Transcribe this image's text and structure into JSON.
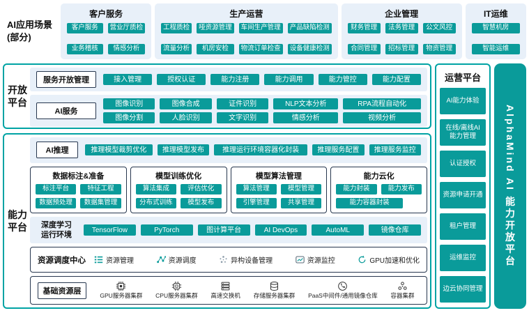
{
  "colors": {
    "accent_teal": "#0a9b9a",
    "panel_blue": "#e8f0f9",
    "box_border_teal": "#00a3a4",
    "dark_border": "#26364e"
  },
  "scenarios": {
    "label_line1": "AI应用场景",
    "label_line2": "(部分)",
    "groups": [
      {
        "title": "客户服务",
        "items": [
          "客户服务",
          "营业厅质检",
          "业务稽核",
          "情感分析"
        ]
      },
      {
        "title": "生产运营",
        "items": [
          "工程质检",
          "哑资源管理",
          "车间生产管理",
          "产品缺陷检测",
          "流量分析",
          "机房安检",
          "物流订单检查",
          "设备健康检测"
        ]
      },
      {
        "title": "企业管理",
        "items": [
          "财务管理",
          "法务管理",
          "公文风控",
          "合同管理",
          "招标管理",
          "物资管理"
        ]
      },
      {
        "title": "IT运维",
        "items": [
          "智慧机房",
          "智能运维"
        ]
      }
    ]
  },
  "open_platform": {
    "label_line1": "开放",
    "label_line2": "平台",
    "service_mgmt": {
      "title": "服务开放管理",
      "items": [
        "接入管理",
        "授权认证",
        "能力注册",
        "能力调用",
        "能力管控",
        "能力配置"
      ]
    },
    "ai_services": {
      "title": "AI服务",
      "items": [
        "图像识别",
        "图像合成",
        "证件识别",
        "NLP文本分析",
        "RPA流程自动化",
        "图像分割",
        "人脸识别",
        "文字识别",
        "情感分析",
        "视频分析"
      ]
    }
  },
  "capability_platform": {
    "label_line1": "能力",
    "label_line2": "平台",
    "ai_inference": {
      "title": "AI推理",
      "items": [
        "推理模型裁剪优化",
        "推理模型发布",
        "推理运行环境容器化封装",
        "推理服务配置",
        "推理服务监控"
      ]
    },
    "groups": [
      {
        "title": "数据标注&准备",
        "items": [
          "标注平台",
          "特征工程",
          "数据预处理",
          "数据集管理"
        ]
      },
      {
        "title": "模型训练优化",
        "items": [
          "算法集成",
          "评估优化",
          "分布式训练",
          "模型发布"
        ]
      },
      {
        "title": "模型算法管理",
        "items": [
          "算法管理",
          "模型管理",
          "引擎管理",
          "共享管理"
        ]
      },
      {
        "title": "能力云化",
        "items": [
          "能力封装",
          "能力发布",
          "能力容器封装"
        ]
      }
    ],
    "dl_runtime": {
      "title_line1": "深度学习",
      "title_line2": "运行环境",
      "items": [
        "TensorFlow",
        "PyTorch",
        "图计算平台",
        "AI DevOps",
        "AutoML",
        "镜像仓库"
      ]
    },
    "resource_center": {
      "title": "资源调度中心",
      "items": [
        {
          "label": "资源管理",
          "icon": "list-icon"
        },
        {
          "label": "资源调度",
          "icon": "network-icon"
        },
        {
          "label": "异构设备管理",
          "icon": "device-cluster-icon"
        },
        {
          "label": "资源监控",
          "icon": "monitor-chart-icon"
        },
        {
          "label": "GPU加速和优化",
          "icon": "gpu-accelerate-icon"
        }
      ]
    },
    "base_layer": {
      "title": "基础资源层",
      "items": [
        {
          "label": "GPU服务器集群",
          "icon": "gpu-chip-icon"
        },
        {
          "label": "CPU服务器集群",
          "icon": "cpu-chip-icon"
        },
        {
          "label": "高速交换机",
          "icon": "switch-icon"
        },
        {
          "label": "存储服务器集群",
          "icon": "storage-icon"
        },
        {
          "label": "PaaS中间件/通用镜像仓库",
          "icon": "paas-icon"
        },
        {
          "label": "容器集群",
          "icon": "container-icon"
        }
      ]
    }
  },
  "operations_platform": {
    "title": "运营平台",
    "items": [
      "AI能力体验",
      "在线/离线AI\n能力管理",
      "认证授权",
      "资源申请开通",
      "租户管理",
      "运维监控",
      "边云协同管理"
    ]
  },
  "brand": {
    "vertical_title": "AlphaMind AI 能力开放平台"
  }
}
